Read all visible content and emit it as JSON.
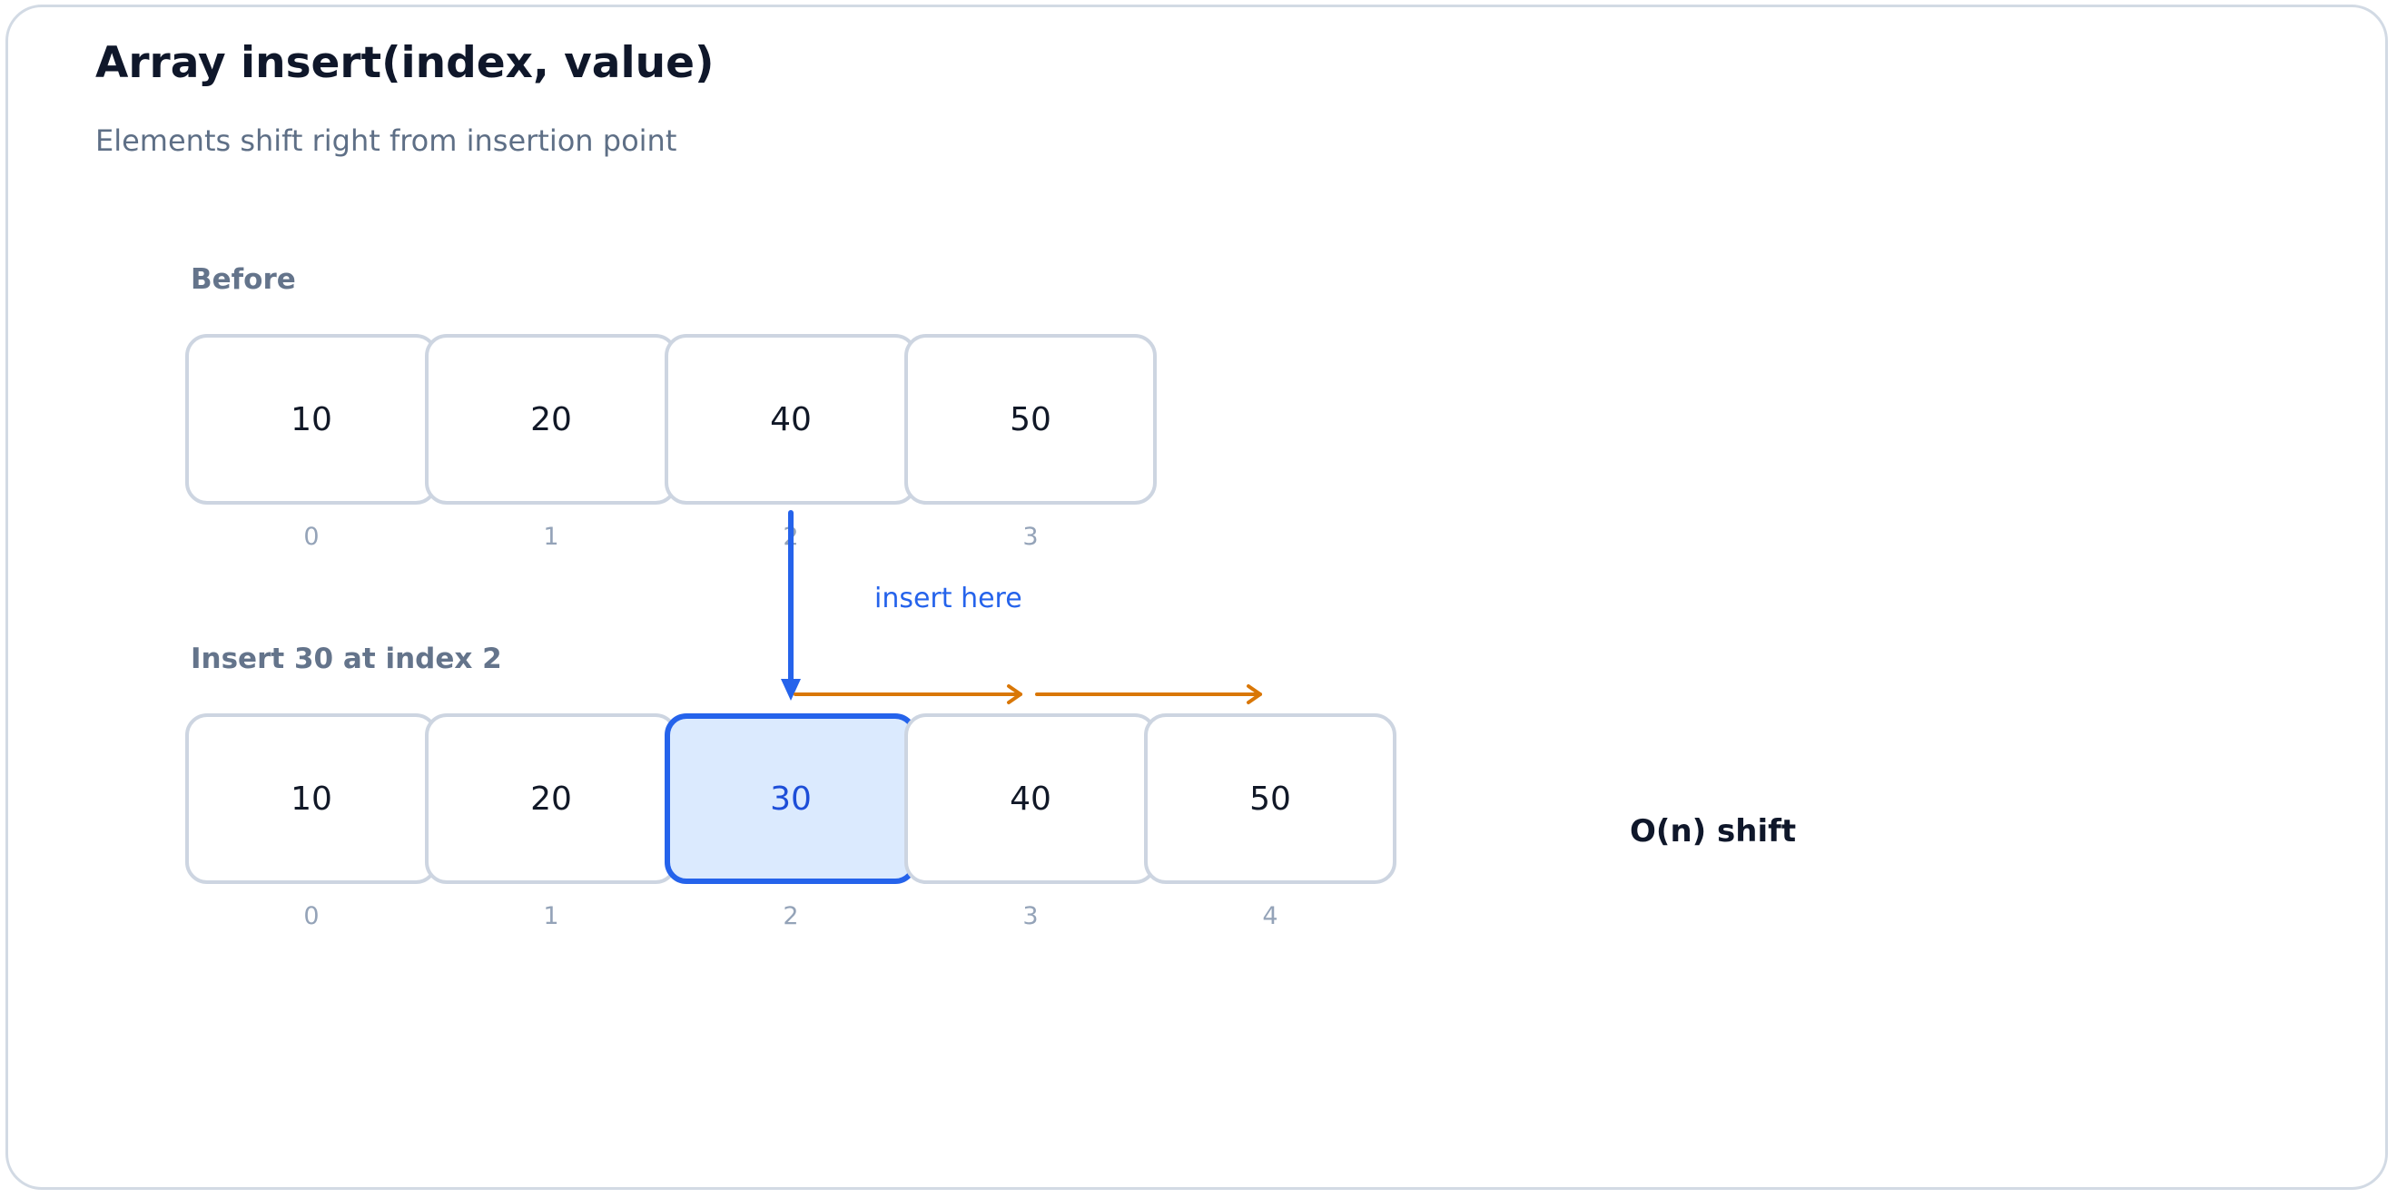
{
  "title": "Array insert(index, value)",
  "subtitle": "Elements shift right from insertion point",
  "before": {
    "label": "Before",
    "cells": [
      {
        "value": "10",
        "index": "0"
      },
      {
        "value": "20",
        "index": "1"
      },
      {
        "value": "40",
        "index": "2"
      },
      {
        "value": "50",
        "index": "3"
      }
    ]
  },
  "after": {
    "label": "Insert 30 at index 2",
    "cells": [
      {
        "value": "10",
        "index": "0"
      },
      {
        "value": "20",
        "index": "1"
      },
      {
        "value": "30",
        "index": "2"
      },
      {
        "value": "40",
        "index": "3"
      },
      {
        "value": "50",
        "index": "4"
      }
    ]
  },
  "insert_label": "insert here",
  "complexity": "O(n) shift",
  "colors": {
    "accent": "#2563eb",
    "shift_arrow": "#d97706",
    "cell_border": "#cdd5e1",
    "highlight_fill": "#dbeafe"
  }
}
